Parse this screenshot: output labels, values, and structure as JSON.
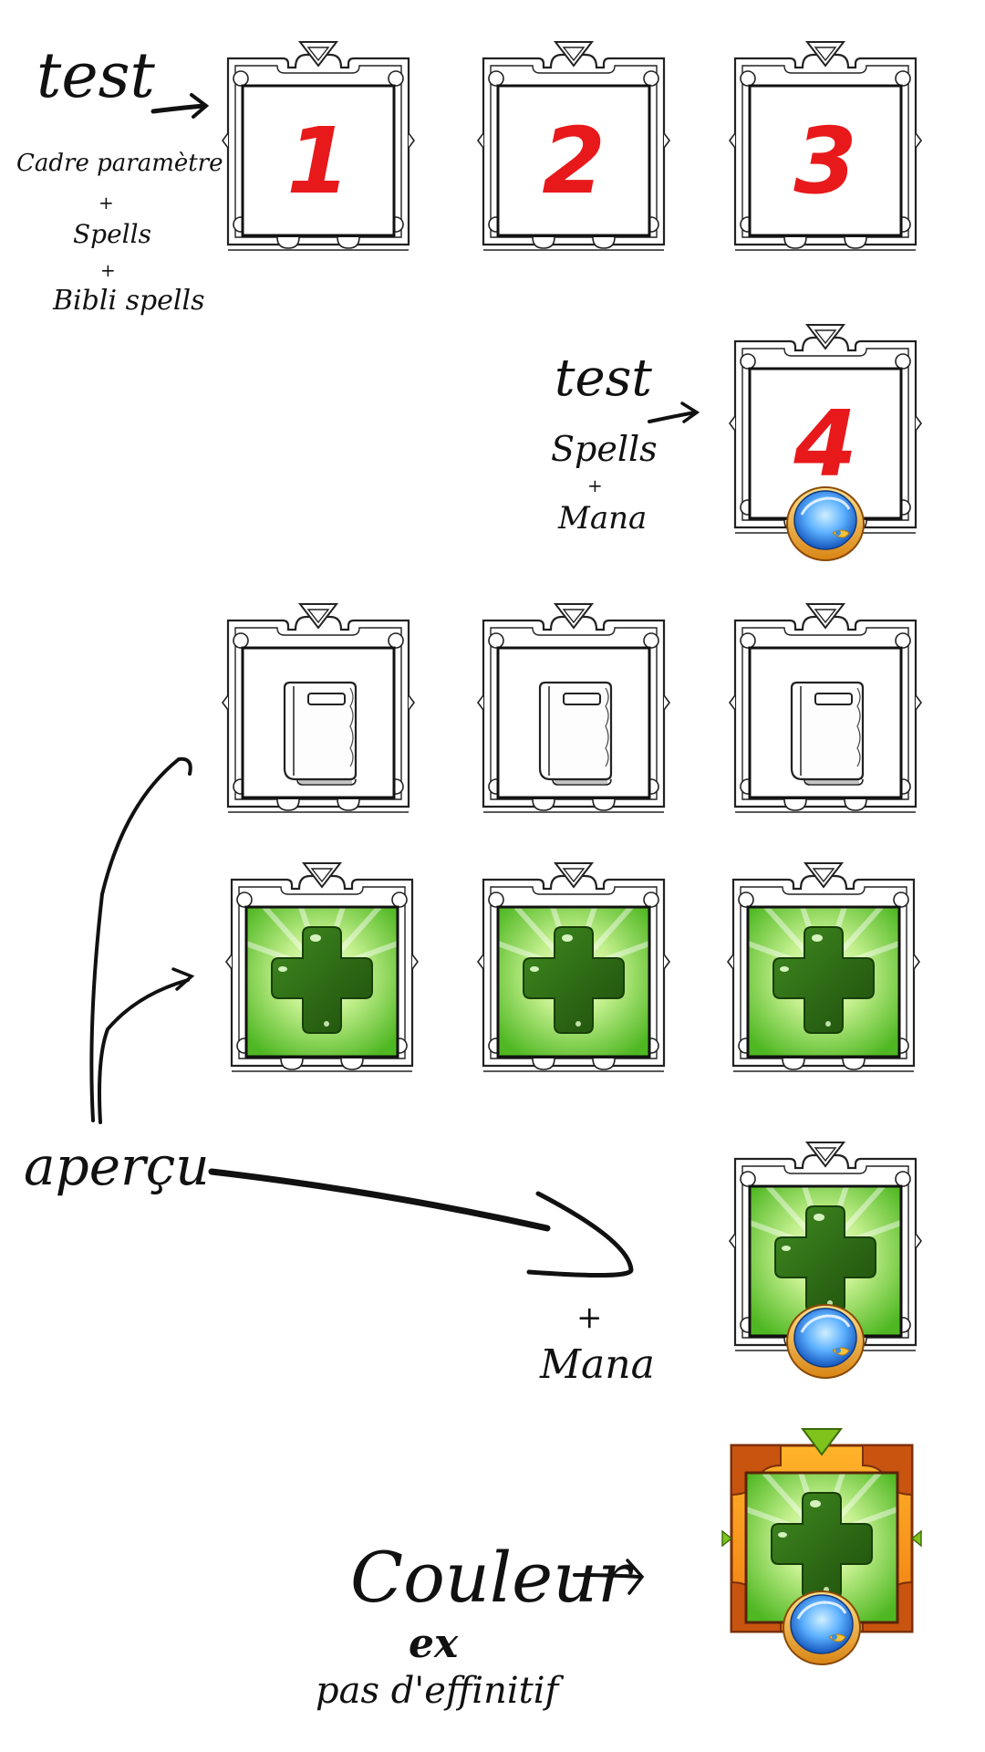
{
  "annotations": {
    "test1_title": "test",
    "test1_line1": "Cadre paramètre",
    "test1_plus1": "+",
    "test1_line2": "Spells",
    "test1_plus2": "+",
    "test1_line3": "Bibli spells",
    "test2_title": "test",
    "test2_line1": "Spells",
    "test2_plus": "+",
    "test2_line2": "Mana",
    "apercu": "aperçu",
    "mana_plus": "+",
    "mana_label": "Mana",
    "couleur": "Couleur",
    "ex": "ex",
    "pas_definitif": "pas d'effinitif"
  },
  "frames": {
    "f1": {
      "number": "1",
      "content": "empty",
      "style": "sketch"
    },
    "f2": {
      "number": "2",
      "content": "empty",
      "style": "sketch"
    },
    "f3": {
      "number": "3",
      "content": "empty",
      "style": "sketch"
    },
    "f4": {
      "number": "4",
      "content": "empty",
      "style": "sketch",
      "mana": true
    },
    "f5": {
      "content": "book-icon",
      "style": "sketch"
    },
    "f6": {
      "content": "book-icon",
      "style": "sketch"
    },
    "f7": {
      "content": "book-icon",
      "style": "sketch"
    },
    "f8": {
      "content": "heal-cross-icon",
      "style": "sketch"
    },
    "f9": {
      "content": "heal-cross-icon",
      "style": "sketch"
    },
    "f10": {
      "content": "heal-cross-icon",
      "style": "sketch"
    },
    "f11": {
      "content": "heal-cross-icon",
      "style": "sketch",
      "mana": true
    },
    "f12": {
      "content": "heal-cross-icon",
      "style": "colored",
      "mana": true
    }
  },
  "colors": {
    "number_red": "#e8191b",
    "frame_orange": "#f08a12",
    "frame_dark_orange": "#c85410",
    "frame_gold": "#ffc533",
    "triangle_green": "#7fc31c",
    "heal_green_light": "#d6f7a8",
    "heal_green": "#55c22b",
    "cross_dark_green": "#2f6b15",
    "mana_blue": "#3d8ee0",
    "mana_gold": "#f1a626"
  }
}
